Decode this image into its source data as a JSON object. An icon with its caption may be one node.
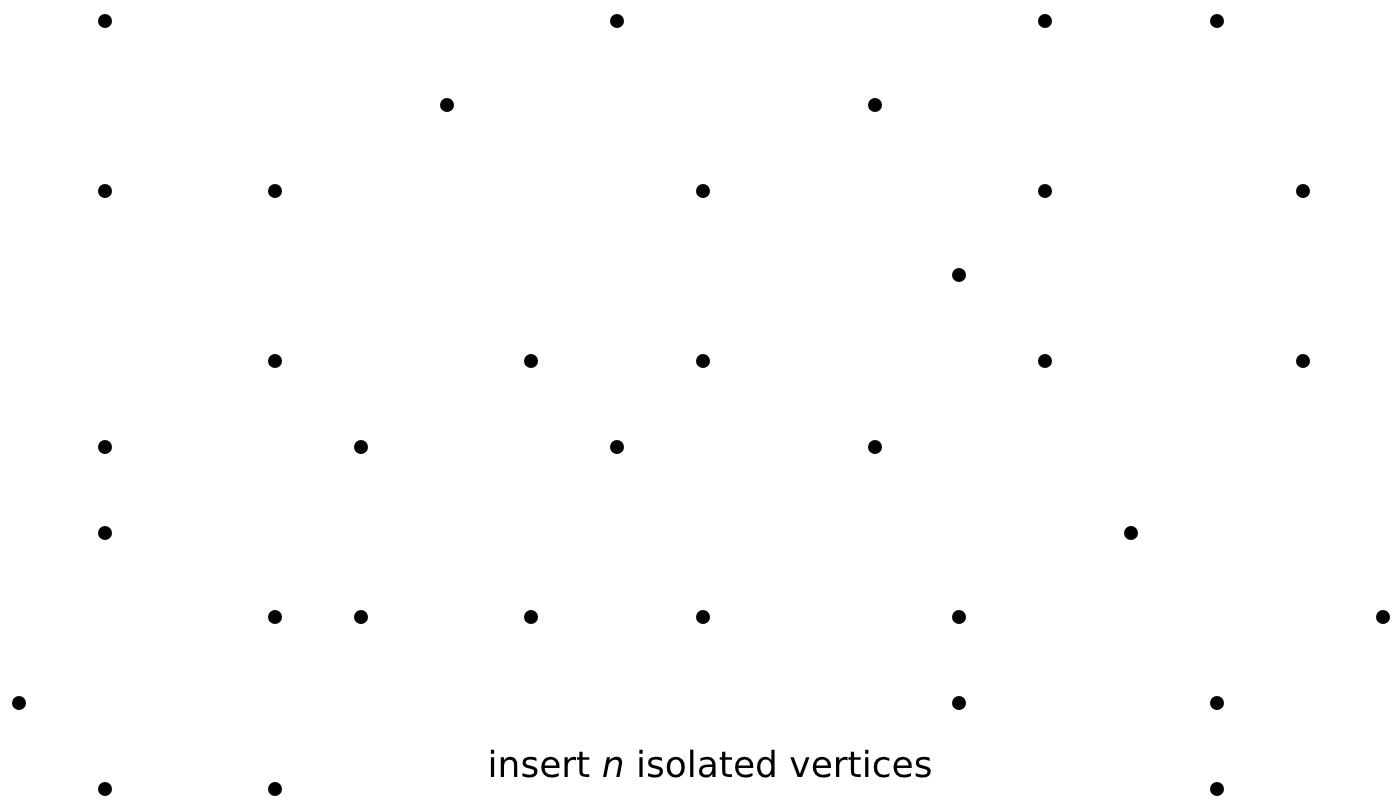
{
  "diagram": {
    "nodes": [
      {
        "text": [],
        "shape": "circle"
      },
      {
        "text": [],
        "shape": "circle"
      },
      {
        "text": [],
        "shape": "circle"
      },
      {
        "text": [],
        "shape": "circle"
      },
      {
        "text": [],
        "shape": "circle"
      },
      {
        "text": [],
        "shape": "circle"
      },
      {
        "text": [],
        "shape": "circle"
      },
      {
        "text": [],
        "shape": "circle"
      },
      {
        "text": [],
        "shape": "circle"
      },
      {
        "text": [],
        "shape": "circle"
      },
      {
        "text": [],
        "shape": "circle"
      },
      {
        "text": [],
        "shape": "circle"
      },
      {
        "text": [],
        "shape": "circle"
      },
      {
        "text": [],
        "shape": "circle"
      },
      {
        "text": [],
        "shape": "circle"
      },
      {
        "text": [],
        "shape": "circle"
      },
      {
        "text": [],
        "shape": "circle"
      },
      {
        "text": [],
        "shape": "circle"
      },
      {
        "text": [],
        "shape": "circle"
      },
      {
        "text": [],
        "shape": "circle"
      },
      {
        "text": [],
        "shape": "circle"
      },
      {
        "text": [],
        "shape": "circle"
      },
      {
        "text": [],
        "shape": "circle"
      },
      {
        "text": [],
        "shape": "circle"
      },
      {
        "text": [],
        "shape": "circle"
      },
      {
        "text": [],
        "shape": "circle"
      },
      {
        "text": [],
        "shape": "circle"
      },
      {
        "text": [],
        "shape": "circle"
      },
      {
        "text": [],
        "shape": "circle"
      },
      {
        "text": [],
        "shape": "circle"
      },
      {
        "text": [],
        "shape": "circle"
      },
      {
        "text": [],
        "shape": "circle"
      },
      {
        "text": [],
        "shape": "circle"
      },
      {
        "text": [],
        "shape": "circle"
      },
      {
        "text": [],
        "shape": "circle"
      }
    ],
    "labels": [
      "insert *n* isolated vertices"
    ]
  }
}
